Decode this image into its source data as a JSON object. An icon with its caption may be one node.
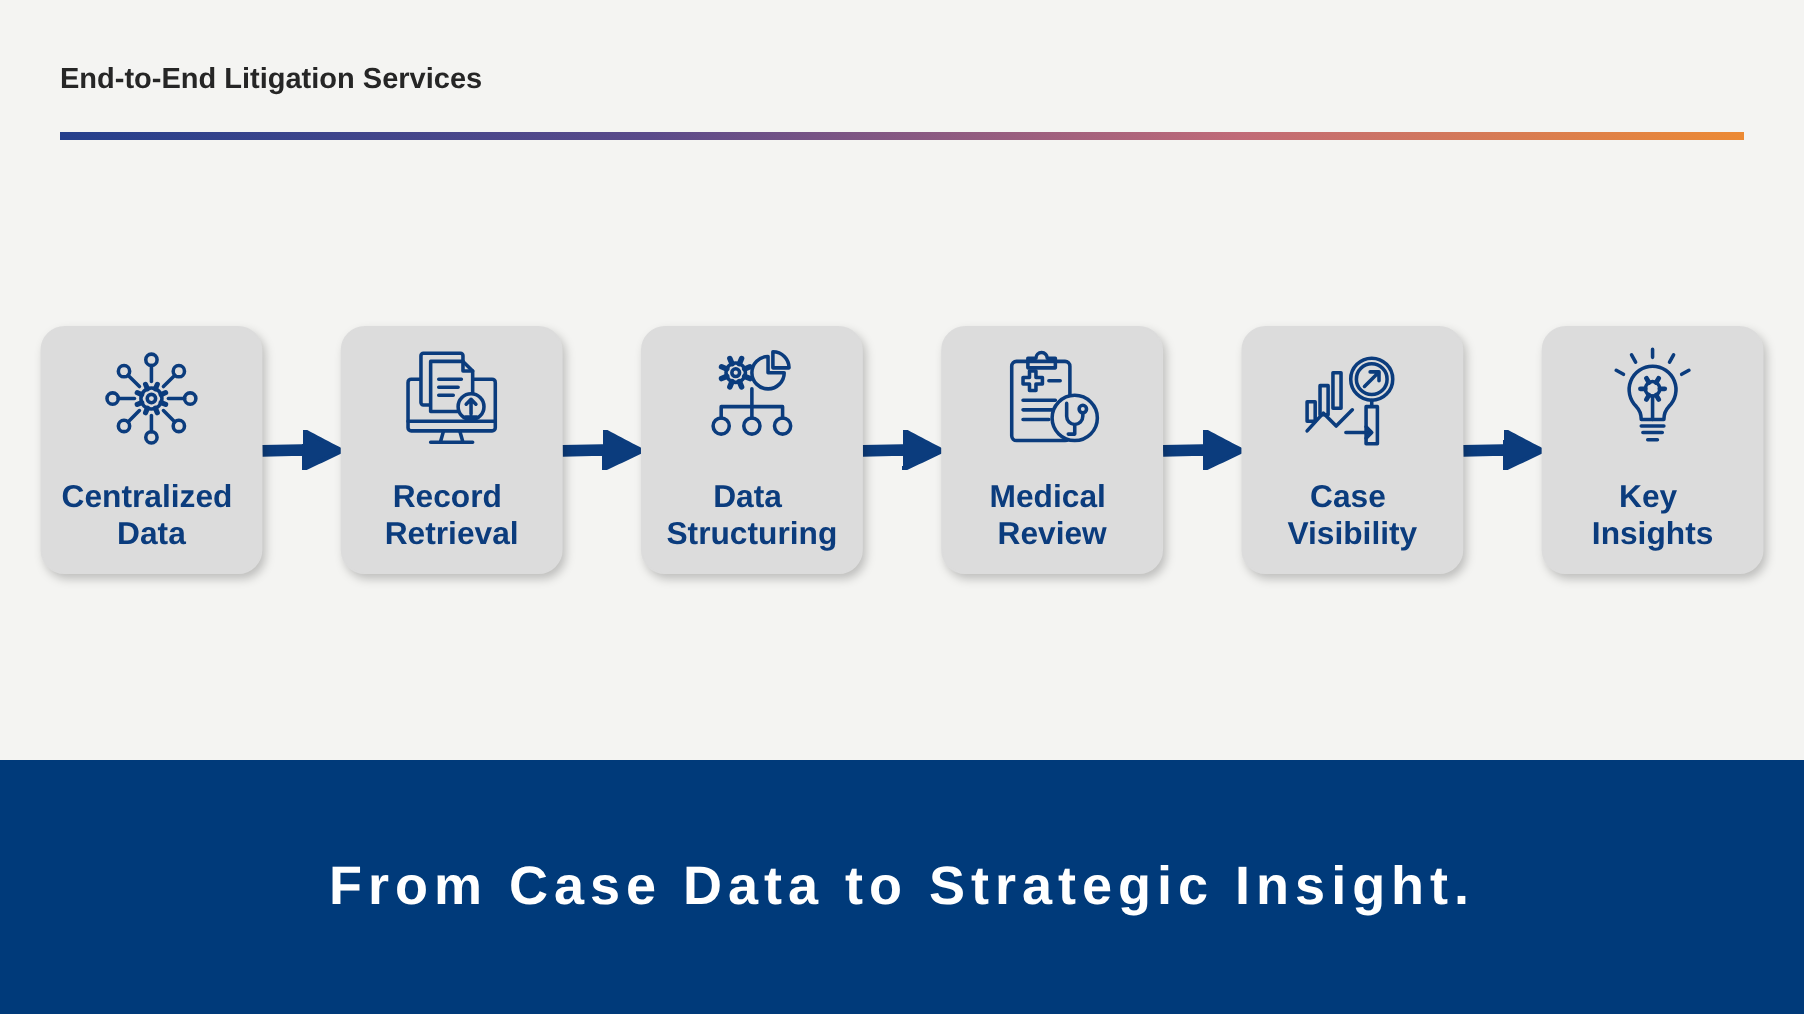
{
  "diagram": {
    "title": "End-to-End Litigation Services",
    "caption": "From Case Data to Strategic Insight.",
    "nodes": [
      {
        "text": [
          "Centralized Data"
        ]
      },
      {
        "text": [
          "Record Retrieval"
        ]
      },
      {
        "text": [
          "Data Structuring"
        ]
      },
      {
        "text": [
          "Medical Review"
        ]
      },
      {
        "text": [
          "Case Visibility"
        ]
      },
      {
        "text": [
          "Key Insights"
        ]
      }
    ],
    "edges": [
      {
        "from": 0,
        "to": 1,
        "arrow": "to"
      },
      {
        "from": 1,
        "to": 2,
        "arrow": "to"
      },
      {
        "from": 2,
        "to": 3,
        "arrow": "to"
      },
      {
        "from": 3,
        "to": 4,
        "arrow": "to"
      },
      {
        "from": 4,
        "to": 5,
        "arrow": "to"
      }
    ]
  }
}
